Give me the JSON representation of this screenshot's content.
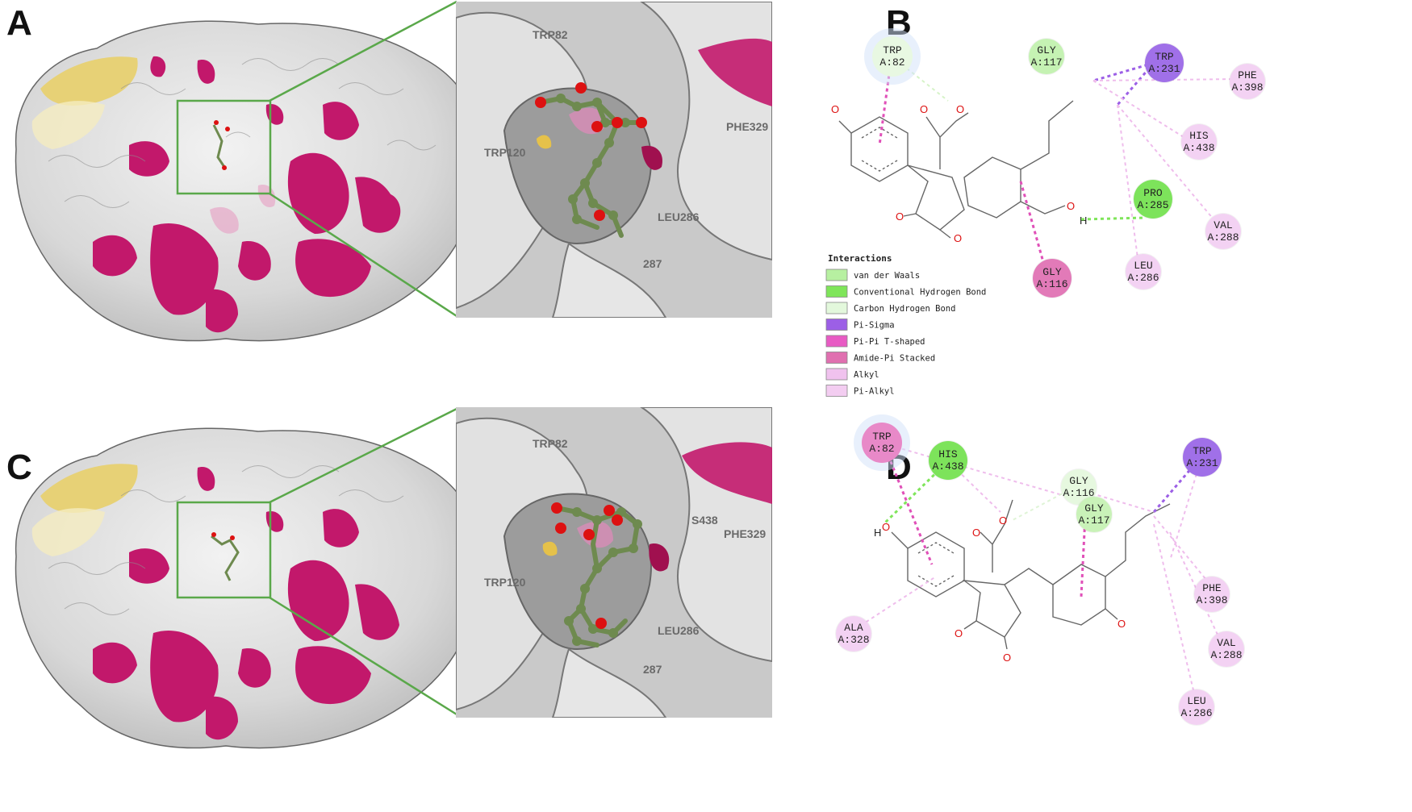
{
  "panels": {
    "a": {
      "letter": "A"
    },
    "b": {
      "letter": "B"
    },
    "c": {
      "letter": "C"
    },
    "d": {
      "letter": "D"
    }
  },
  "zoom_top_labels": [
    "TRP82",
    "PHE329",
    "TRP120",
    "LEU286",
    "287"
  ],
  "zoom_bottom_labels": [
    "TRP82",
    "S438",
    "PHE329",
    "TRP120",
    "LEU286",
    "287"
  ],
  "legend": {
    "title": "Interactions",
    "items": [
      {
        "label": "van der Waals",
        "color": "#b7f0a1"
      },
      {
        "label": "Conventional Hydrogen Bond",
        "color": "#7fe55a"
      },
      {
        "label": "Carbon Hydrogen Bond",
        "color": "#e3f8dc"
      },
      {
        "label": "Pi-Sigma",
        "color": "#9c5fe6"
      },
      {
        "label": "Pi-Pi T-shaped",
        "color": "#e85bc4"
      },
      {
        "label": "Amide-Pi Stacked",
        "color": "#e070b0"
      },
      {
        "label": "Alkyl",
        "color": "#f0c2ee"
      },
      {
        "label": "Pi-Alkyl",
        "color": "#f3cdf1"
      }
    ]
  },
  "residues_b": [
    {
      "line1": "TRP",
      "line2": "A:82",
      "type": "Carbon Hydrogen Bond",
      "color": "#e8f8e2"
    },
    {
      "line1": "GLY",
      "line2": "A:117",
      "type": "van der Waals",
      "color": "#c5f2b3"
    },
    {
      "line1": "TRP",
      "line2": "A:231",
      "type": "Pi-Sigma",
      "color": "#a070e8"
    },
    {
      "line1": "PHE",
      "line2": "A:398",
      "type": "Pi-Alkyl",
      "color": "#f3d2f3"
    },
    {
      "line1": "HIS",
      "line2": "A:438",
      "type": "Pi-Alkyl",
      "color": "#f3d2f3"
    },
    {
      "line1": "PRO",
      "line2": "A:285",
      "type": "Conventional Hydrogen Bond",
      "color": "#7de35b"
    },
    {
      "line1": "VAL",
      "line2": "A:288",
      "type": "Alkyl",
      "color": "#f3d2f3"
    },
    {
      "line1": "LEU",
      "line2": "A:286",
      "type": "Alkyl",
      "color": "#f3d2f3"
    },
    {
      "line1": "GLY",
      "line2": "A:116",
      "type": "Amide-Pi Stacked",
      "color": "#e27ab8"
    }
  ],
  "residues_d": [
    {
      "line1": "TRP",
      "line2": "A:82",
      "type": "Pi-Pi T-shaped",
      "color": "#e889c8"
    },
    {
      "line1": "HIS",
      "line2": "A:438",
      "type": "Conventional Hydrogen Bond",
      "color": "#7de35b"
    },
    {
      "line1": "GLY",
      "line2": "A:116",
      "type": "Carbon Hydrogen Bond",
      "color": "#e6f8df"
    },
    {
      "line1": "GLY",
      "line2": "A:117",
      "type": "van der Waals",
      "color": "#c9f2b8"
    },
    {
      "line1": "TRP",
      "line2": "A:231",
      "type": "Pi-Sigma",
      "color": "#a070e8"
    },
    {
      "line1": "PHE",
      "line2": "A:398",
      "type": "Pi-Alkyl",
      "color": "#f3d2f3"
    },
    {
      "line1": "VAL",
      "line2": "A:288",
      "type": "Alkyl",
      "color": "#f3d2f3"
    },
    {
      "line1": "LEU",
      "line2": "A:286",
      "type": "Alkyl",
      "color": "#f3d2f3"
    },
    {
      "line1": "ALA",
      "line2": "A:328",
      "type": "Pi-Alkyl",
      "color": "#f3d2f3"
    }
  ],
  "atoms": {
    "oxygen": "O",
    "hydrogen": "H"
  },
  "colors": {
    "surface": "#d9d9d9",
    "magenta": "#c2186b",
    "yellow": "#e8cf6a",
    "connector": "#5aa84a",
    "ligand": "#6e8a4f"
  }
}
